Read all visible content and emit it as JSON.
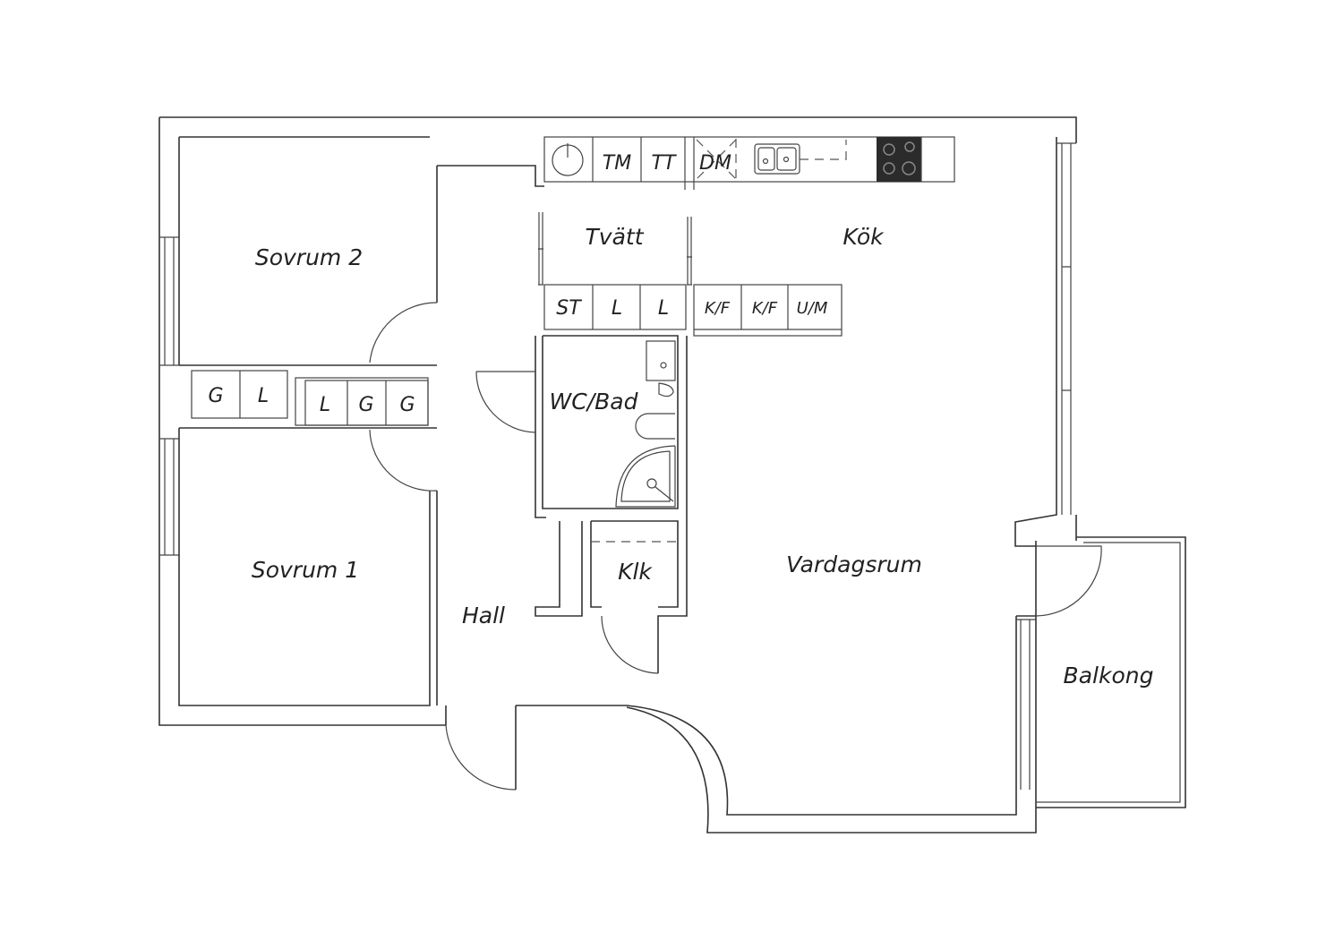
{
  "rooms": {
    "sovrum2": "Sovrum 2",
    "sovrum1": "Sovrum 1",
    "tvatt": "Tvätt",
    "kok": "Kök",
    "wc_bad": "WC/Bad",
    "klk": "Klk",
    "hall": "Hall",
    "vardagsrum": "Vardagsrum",
    "balkong": "Balkong"
  },
  "fixtures": {
    "top_counter": [
      "TM",
      "TT",
      "DM"
    ],
    "laundry_units": [
      "ST",
      "L",
      "L"
    ],
    "kitchen_units": [
      "K/F",
      "K/F",
      "U/M"
    ],
    "bedroom2_wardrobes": [
      "G",
      "L"
    ],
    "bedroom1_wardrobes": [
      "L",
      "G",
      "G"
    ]
  },
  "colors": {
    "wall": "#333333",
    "background": "#ffffff",
    "stove": "#2b2b2b"
  }
}
